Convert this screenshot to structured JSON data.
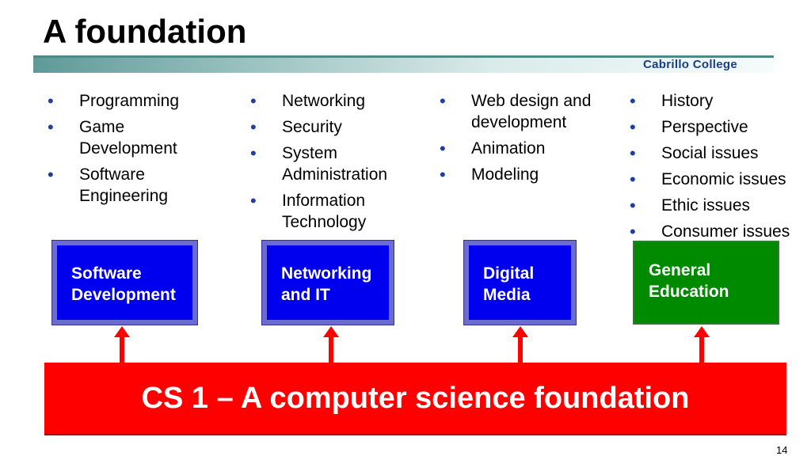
{
  "slide": {
    "title": "A foundation",
    "college": "Cabrillo College",
    "page_number": "14"
  },
  "columns": [
    {
      "bullets": [
        "Programming",
        "Game Development",
        "Software Engineering"
      ],
      "box": {
        "line1": "Software",
        "line2": "Development",
        "color": "#0000ee"
      }
    },
    {
      "bullets": [
        "Networking",
        "Security",
        "System Administration",
        "Information Technology"
      ],
      "box": {
        "line1": "Networking",
        "line2": "and IT",
        "color": "#0000ee"
      }
    },
    {
      "bullets": [
        "Web design and development",
        "Animation",
        "Modeling"
      ],
      "box": {
        "line1": "Digital",
        "line2": "Media",
        "color": "#0000ee"
      }
    },
    {
      "bullets": [
        "History",
        "Perspective",
        "Social issues",
        "Economic issues",
        "Ethic issues",
        "Consumer issues"
      ],
      "box": {
        "line1": "General",
        "line2": "Education",
        "color": "#008a00"
      }
    }
  ],
  "foundation": {
    "label": "CS 1 – A computer science foundation",
    "color": "#ff0000"
  },
  "colors": {
    "bullet": "#1d3fa0",
    "arrow": "#ff0000",
    "banner": "#5f9a98"
  },
  "icons": [
    "bullet-dot-icon",
    "up-arrow-icon"
  ]
}
